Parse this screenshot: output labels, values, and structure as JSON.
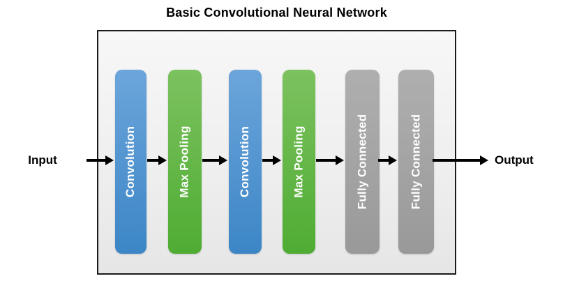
{
  "title": "Basic Convolutional Neural Network",
  "input_label": "Input",
  "output_label": "Output",
  "blocks": [
    {
      "label": "Convolution",
      "color": "blue"
    },
    {
      "label": "Max Pooling",
      "color": "green"
    },
    {
      "label": "Convolution",
      "color": "blue"
    },
    {
      "label": "Max Pooling",
      "color": "green"
    },
    {
      "label": "Fully Connected",
      "color": "gray"
    },
    {
      "label": "Fully Connected",
      "color": "gray"
    }
  ],
  "colors": {
    "blue": {
      "top": "#6CA5DB",
      "bottom": "#3C86C6"
    },
    "green": {
      "top": "#7CC25F",
      "bottom": "#4FAC33"
    },
    "gray": {
      "top": "#AFAFAF",
      "bottom": "#999999"
    },
    "arrow": "#000000",
    "frame_border": "#1a1a1a",
    "frame_bg_top": "#f7f7f7",
    "frame_bg_bottom": "#e6e6e6",
    "block_text": "#ffffff",
    "label_text": "#000000"
  }
}
